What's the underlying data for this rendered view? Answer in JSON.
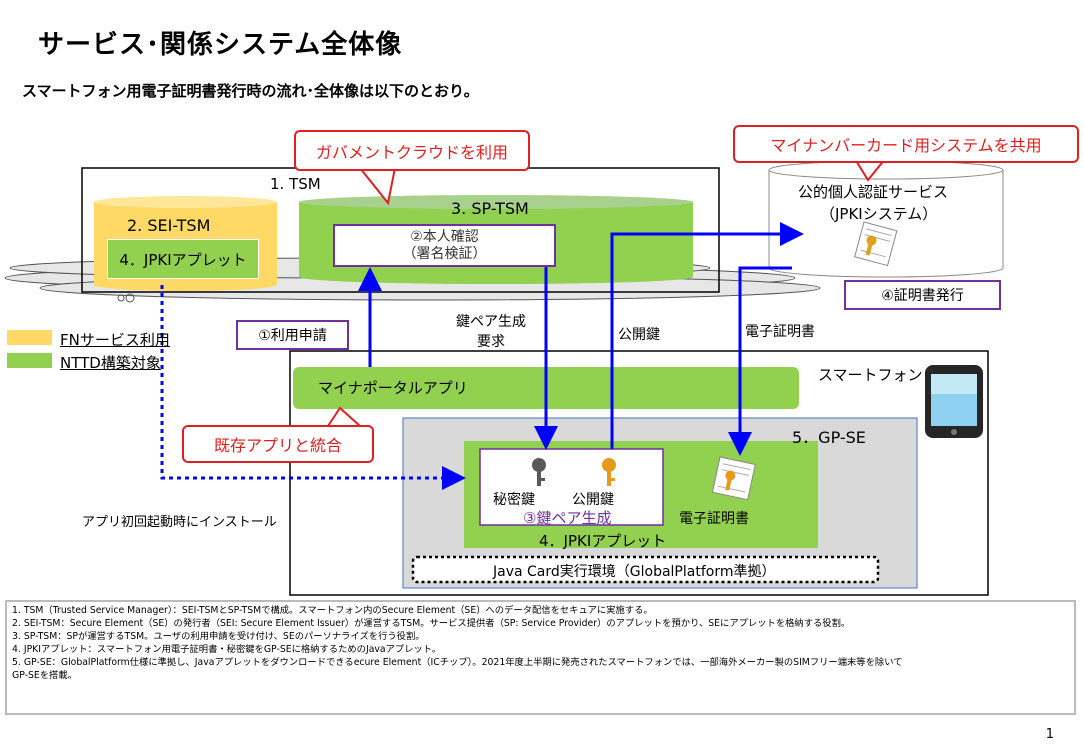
{
  "title": "サービス･関係システム全体像",
  "subtitle": "スマートフォン用電子証明書発行時の流れ･全体像は以下のとおり。",
  "callouts": {
    "gov_cloud": "ガバメントクラウドを利用",
    "shared_system": "マイナンバーカード用システムを共用",
    "existing_app": "既存アプリと統合"
  },
  "tsm": {
    "label": "1. TSM",
    "sei_tsm": "2. SEI-TSM",
    "sp_tsm": "3. SP-TSM",
    "jpki_applet_sei": "4．JPKIアプレット",
    "identity_check_line1": "②本人確認",
    "identity_check_line2": "（署名検証）"
  },
  "jpki_system": {
    "line1": "公的個人認証サービス",
    "line2": "（JPKIシステム）",
    "cert_issue": "④証明書発行"
  },
  "legend": {
    "fn": "FNサービス利用",
    "nttd": "NTTD構築対象"
  },
  "flow": {
    "use_request": "①利用申請",
    "keypair_request_line1": "鍵ペア生成",
    "keypair_request_line2": "要求",
    "public_key": "公開鍵",
    "e_cert": "電子証明書"
  },
  "smartphone": {
    "label": "スマートフォン",
    "portal_app": "マイナポータルアプリ",
    "gp_se": "5．GP-SE",
    "private_key": "秘密鍵",
    "public_key": "公開鍵",
    "keypair_gen": "③鍵ペア生成",
    "e_cert": "電子証明書",
    "jpki_applet": "4．JPKIアプレット",
    "java_card": "Java Card実行環境（GlobalPlatform準拠）"
  },
  "install_note": "アプリ初回起動時にインストール",
  "notes": [
    "1. TSM（Trusted Service Manager）：SEI-TSMとSP-TSMで構成。スマートフォン内のSecure Element（SE）へのデータ配信をセキュアに実施する。",
    "2. SEI-TSM：Secure Element（SE）の発行者（SEI: Secure Element Issuer）が運営するTSM。サービス提供者（SP: Service Provider）のアプレットを預かり、SEにアプレットを格納する役割。",
    "3. SP-TSM：SPが運営するTSM。ユーザの利用申請を受け付け、SEのパーソナライズを行う役割。",
    "4. JPKIアプレット：スマートフォン用電子証明書・秘密鍵をGP-SEに格納するためのJavaアプレット。",
    "5. GP-SE：GlobalPlatform仕様に準拠し、Javaアプレットをダウンロードできるecure Element（ICチップ）。2021年度上半期に発売されたスマートフォンでは、一部海外メーカー製のSIMフリー端末等を除いて",
    "GP-SEを搭載。"
  ],
  "page_number": "1",
  "colors": {
    "yellow": "#ffd966",
    "green": "#92d050",
    "arrow_blue": "#0000ff",
    "callout_red": "#e02020",
    "purple": "#7030a0"
  }
}
